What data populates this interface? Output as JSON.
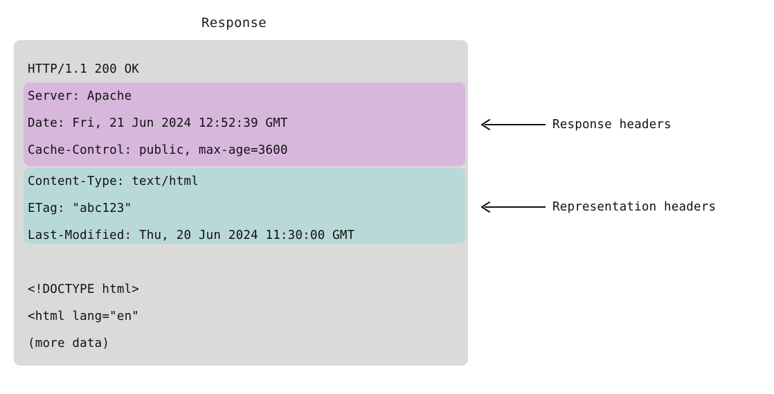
{
  "title": "Response",
  "colors": {
    "panel_background": "#dadada",
    "response_headers_highlight": "#d8b7dd",
    "representation_headers_highlight": "#b9d9d8",
    "text": "#111111",
    "page_background": "#ffffff"
  },
  "message": {
    "lines": [
      {
        "text": "HTTP/1.1 200 OK",
        "group": "status-line"
      },
      {
        "text": "Server: Apache",
        "group": "response-headers"
      },
      {
        "text": "Date: Fri, 21 Jun 2024 12:52:39 GMT",
        "group": "response-headers"
      },
      {
        "text": "Cache-Control: public, max-age=3600",
        "group": "response-headers"
      },
      {
        "text": "Content-Type: text/html",
        "group": "representation-headers"
      },
      {
        "text": "ETag: \"abc123\"",
        "group": "representation-headers"
      },
      {
        "text": "Last-Modified: Thu, 20 Jun 2024 11:30:00 GMT",
        "group": "representation-headers"
      },
      {
        "text": "",
        "group": "blank"
      },
      {
        "text": "<!DOCTYPE html>",
        "group": "body"
      },
      {
        "text": "<html lang=\"en\"",
        "group": "body"
      },
      {
        "text": "(more data)",
        "group": "body"
      }
    ]
  },
  "annotations": [
    {
      "label": "Response headers",
      "icon": "left-arrow-icon",
      "target": "response-headers"
    },
    {
      "label": "Representation headers",
      "icon": "left-arrow-icon",
      "target": "representation-headers"
    }
  ]
}
